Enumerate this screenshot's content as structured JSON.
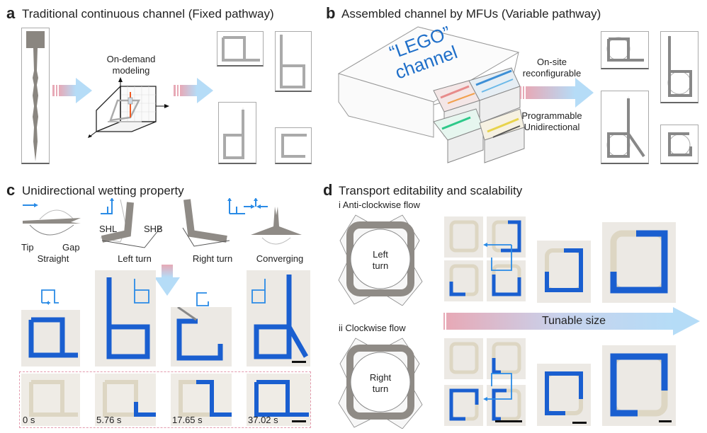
{
  "panels": {
    "a": {
      "label": "a",
      "title": "Traditional continuous channel (Fixed pathway)",
      "modeling_caption_1": "On-demand",
      "modeling_caption_2": "modeling"
    },
    "b": {
      "label": "b",
      "title": "Assembled channel by MFUs (Variable pathway)",
      "box_label_1": "“LEGO”",
      "box_label_2": "channel",
      "caption_top_1": "On-site",
      "caption_top_2": "reconfigurable",
      "caption_bottom_1": "Programmable",
      "caption_bottom_2": "Unidirectional"
    },
    "c": {
      "label": "c",
      "title": "Unidirectional wetting property",
      "units": [
        {
          "name": "Straight"
        },
        {
          "name": "Left turn"
        },
        {
          "name": "Right turn"
        },
        {
          "name": "Converging"
        }
      ],
      "annotations": {
        "tip": "Tip",
        "gap": "Gap",
        "shl": "SHL",
        "shb": "SHB"
      },
      "timestamps": [
        "0 s",
        "5.76 s",
        "17.65 s",
        "37.02 s"
      ]
    },
    "d": {
      "label": "d",
      "title": "Transport editability and scalability",
      "sub_i": "i  Anti-clockwise flow",
      "sub_ii": "ii  Clockwise flow",
      "loop_i_1": "Left",
      "loop_i_2": "turn",
      "loop_ii_1": "Right",
      "loop_ii_2": "turn",
      "tunable": "Tunable size"
    }
  },
  "colors": {
    "accent_blue": "#2a8be6",
    "dye_blue": "#1a5fd0",
    "arrow_pink": "#e7a9b6",
    "arrow_light_blue": "#b5dcf7",
    "channel_gray": "#8f8b86",
    "lego_text": "#1f6fc9"
  }
}
